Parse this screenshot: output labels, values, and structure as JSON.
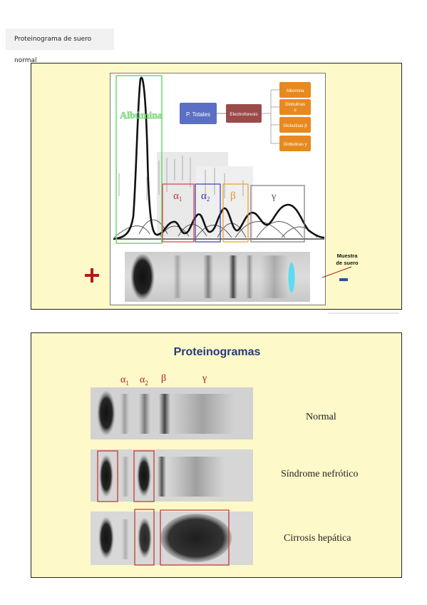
{
  "caption": "Proteinograma de suero normal",
  "slide1": {
    "albumin_label": "Albúmina",
    "fraction_labels": {
      "a1": "α",
      "a1_sub": "1",
      "a2": "α",
      "a2_sub": "2",
      "beta": "β",
      "gamma": "γ"
    },
    "flow": {
      "source": "P. Totales",
      "method": "Electroforesis",
      "outputs": [
        "Albúmina",
        "Globulinas α",
        "Globulinas β",
        "Globulinas γ"
      ]
    },
    "sample_label": "Muestra de suero",
    "sample_label_line1": "Muestra",
    "sample_label_line2": "de suero",
    "colors": {
      "albumin": "#66dd66",
      "a1": "#d43d3d",
      "a2": "#3a3ab8",
      "beta": "#e6a21e",
      "gamma": "#7a7a7a",
      "flow_blue": "#5b70c4",
      "flow_red": "#9b4a4a",
      "flow_orange": "#e8891f",
      "sample_spot": "#5cdcf2"
    }
  },
  "slide2": {
    "title": "Proteinogramas",
    "fraction_labels": {
      "a1": "α",
      "a1_sub": "1",
      "a2": "α",
      "a2_sub": "2",
      "beta": "β",
      "gamma": "γ"
    },
    "rows": [
      {
        "label": "Normal"
      },
      {
        "label": "Síndrome nefrótico"
      },
      {
        "label": "Cirrosis hepática"
      }
    ],
    "colors": {
      "labels": "#b0191c",
      "highlight": "#c22c2c"
    }
  }
}
